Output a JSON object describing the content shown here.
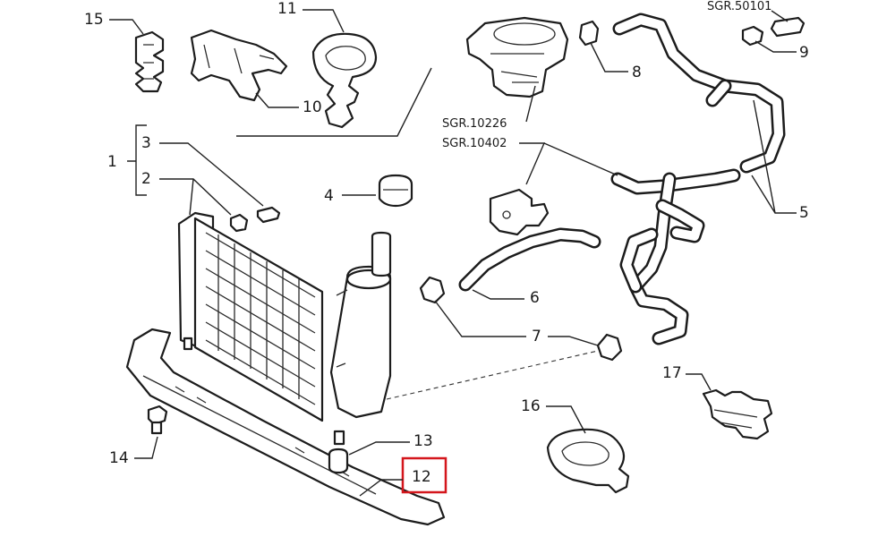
{
  "diagram": {
    "labels": {
      "l1": "1",
      "l2": "2",
      "l3": "3",
      "l4": "4",
      "l5": "5",
      "l6": "6",
      "l7": "7",
      "l8": "8",
      "l9": "9",
      "l10": "10",
      "l11": "11",
      "l12": "12",
      "l13": "13",
      "l14": "14",
      "l15": "15",
      "l16": "16",
      "l17": "17"
    },
    "references": {
      "r1": "SGR.50101",
      "r2": "SGR.10226",
      "r3": "SGR.10402"
    },
    "highlight_color": "#d4161c"
  }
}
